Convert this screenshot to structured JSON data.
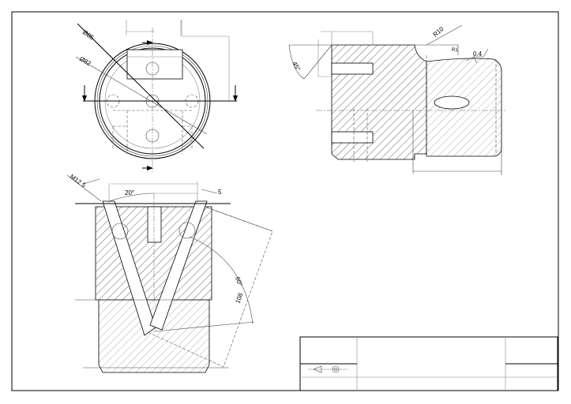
{
  "drawing": {
    "top_view": {
      "dia_outer": "Ø85",
      "dia_inner": "Ø82"
    },
    "side_view": {
      "radius": "R10",
      "radius_small": "R1",
      "thickness": "0.4",
      "angle": "45°"
    },
    "section_view": {
      "thread": "M12 5",
      "angle_top": "20°",
      "width": "5",
      "angle_side": "60°",
      "length": "108"
    }
  }
}
